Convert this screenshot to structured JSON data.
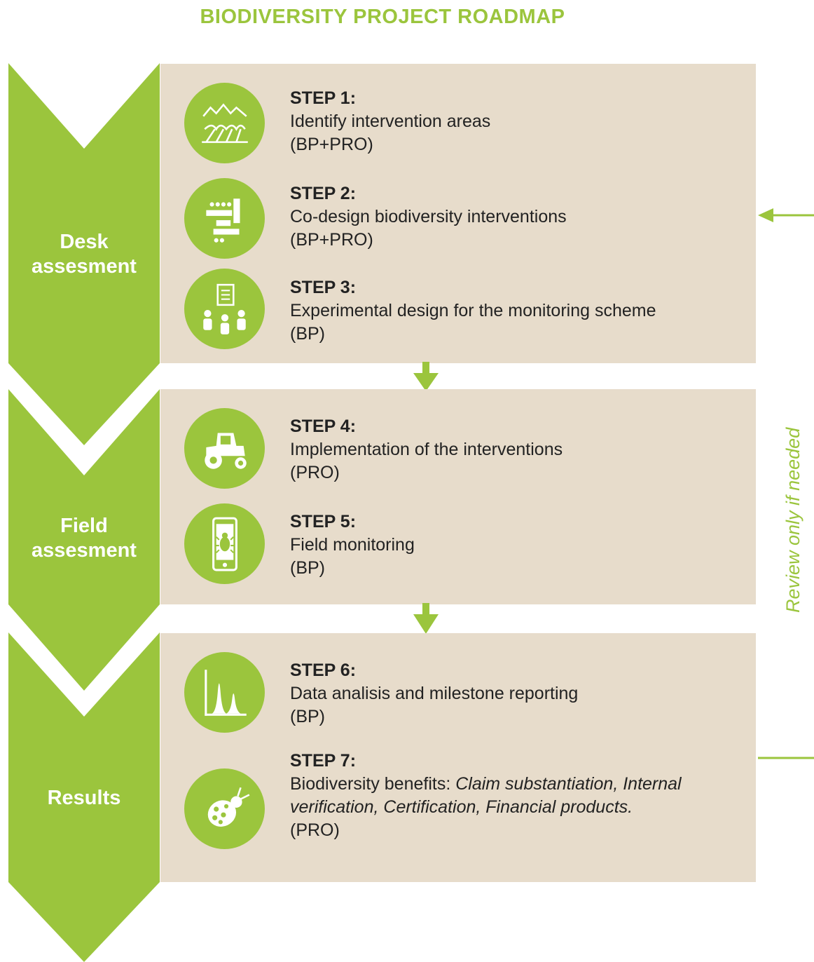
{
  "title": "BIODIVERSITY PROJECT ROADMAP",
  "colors": {
    "accent_green": "#9bc53d",
    "panel_beige": "#e7dccb",
    "text_dark": "#222222",
    "white": "#ffffff"
  },
  "phases": [
    {
      "label": "Desk\nassesment"
    },
    {
      "label": "Field\nassesment"
    },
    {
      "label": "Results"
    }
  ],
  "steps": [
    {
      "title": "STEP 1:",
      "description": "Identify intervention areas",
      "role": "(BP+PRO)",
      "icon": "crop-rows-icon"
    },
    {
      "title": "STEP 2:",
      "description": "Co-design biodiversity interventions",
      "role": "(BP+PRO)",
      "icon": "design-blocks-icon"
    },
    {
      "title": "STEP 3:",
      "description": "Experimental design for the monitoring scheme",
      "role": "(BP)",
      "icon": "team-document-icon"
    },
    {
      "title": "STEP 4:",
      "description": "Implementation of the interventions",
      "role": "(PRO)",
      "icon": "tractor-icon"
    },
    {
      "title": "STEP 5:",
      "description": "Field monitoring",
      "role": "(BP)",
      "icon": "phone-beetle-icon"
    },
    {
      "title": "STEP 6:",
      "description": "Data analisis and milestone reporting",
      "role": "(BP)",
      "icon": "peak-chart-icon"
    },
    {
      "title": "STEP 7:",
      "description_plain": "Biodiversity benefits: ",
      "description_italic": "Claim substantiation, Internal verification, Certification, Financial products.",
      "role": "(PRO)",
      "icon": "ladybug-icon"
    }
  ],
  "side_note": "Review only if needed"
}
